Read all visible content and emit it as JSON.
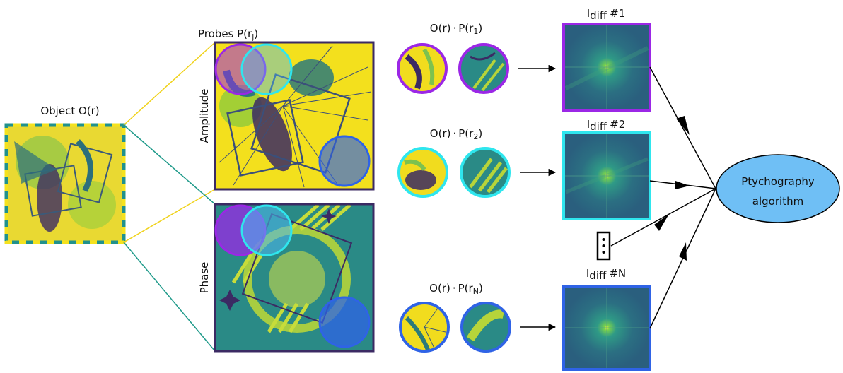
{
  "object": {
    "label": "Object O(r)"
  },
  "probes": {
    "label_prefix": "Probes P(r",
    "label_sub": "j",
    "label_suffix": ")",
    "amplitude_label": "Amplitude",
    "phase_label": "Phase",
    "probe_colors": [
      "#9b27e6",
      "#2fe6ee",
      "#2f63e6"
    ]
  },
  "products": [
    {
      "prefix": "O(r)",
      "dot": "·",
      "p": "P(r",
      "sub": "1",
      "suffix": ")",
      "color": "#9b27e6"
    },
    {
      "prefix": "O(r)",
      "dot": "·",
      "p": "P(r",
      "sub": "2",
      "suffix": ")",
      "color": "#2fe6ee"
    },
    {
      "prefix": "O(r)",
      "dot": "·",
      "p": "P(r",
      "sub": "N",
      "suffix": ")",
      "color": "#2f63e6"
    }
  ],
  "diffraction": [
    {
      "main": "I",
      "sub": "diff",
      "tag": "#1",
      "color": "#9b27e6"
    },
    {
      "main": "I",
      "sub": "diff",
      "tag": "#2",
      "color": "#2fe6ee"
    },
    {
      "main": "I",
      "sub": "diff",
      "tag": "#N",
      "color": "#2f63e6"
    }
  ],
  "algorithm": {
    "line1": "Ptychography",
    "line2": "algorithm",
    "fill": "#6fbff5"
  },
  "palette": {
    "viridis_yellow": "#f5e21e",
    "viridis_teal": "#21918c",
    "viridis_dark": "#3b2a63",
    "viridis_deep": "#443a83",
    "line_yellow": "#f0d21a",
    "line_teal": "#1f9a8a",
    "fft_bg": "#2c7a7a"
  }
}
